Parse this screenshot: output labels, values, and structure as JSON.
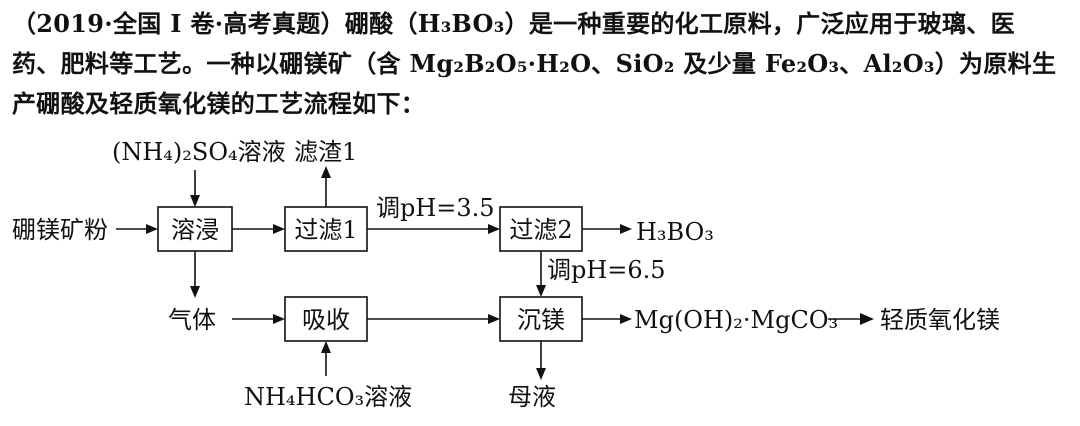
{
  "intro": {
    "line1": "（2019·全国 I 卷·高考真题）硼酸（H₃BO₃）是一种重要的化工原料，广泛应用于玻璃、医",
    "line2": "药、肥料等工艺。一种以硼镁矿（含 Mg₂B₂O₅·H₂O、SiO₂ 及少量 Fe₂O₃、Al₂O₃）为原料生",
    "line3": "产硼酸及轻质氧化镁的工艺流程如下："
  },
  "flow": {
    "boxes": {
      "leach": "溶浸",
      "filter1": "过滤1",
      "filter2": "过滤2",
      "absorb": "吸收",
      "precip": "沉镁"
    },
    "labels": {
      "ore": "硼镁矿粉",
      "ammonium_sulfate": "(NH₄)₂SO₄溶液",
      "residue1": "滤渣1",
      "ph35": "调pH=3.5",
      "h3bo3": "H₃BO₃",
      "ph65": "调pH=6.5",
      "gas": "气体",
      "nh4hco3": "NH₄HCO₃溶液",
      "mg_product": "Mg(OH)₂·MgCO₃",
      "light_mgo": "轻质氧化镁",
      "mother_liquor": "母液"
    }
  }
}
